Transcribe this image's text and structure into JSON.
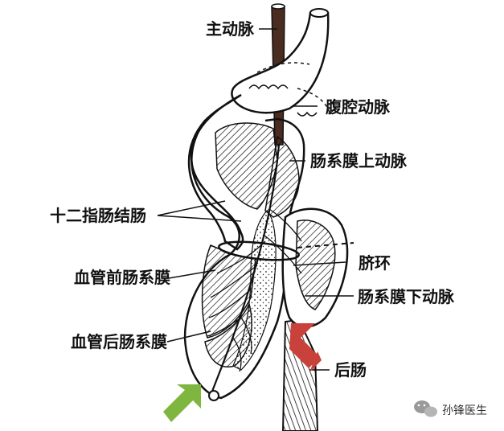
{
  "labels": {
    "aorta": "主动脉",
    "celiac_artery": "腹腔动脉",
    "superior_mesenteric_artery": "肠系膜上动脉",
    "duodenocolic": "十二指肠结肠",
    "umbilical_ring": "脐环",
    "prevascular_mesentery": "血管前肠系膜",
    "inferior_mesenteric_artery": "肠系膜下动脉",
    "postvascular_mesentery": "血管后肠系膜",
    "hindgut": "后肠"
  },
  "watermark": {
    "text": "孙锋医生"
  },
  "colors": {
    "ink": "#111111",
    "aorta_fill": "#4a2c20",
    "red_arrow": "#c8413a",
    "green_arrow": "#7fb640",
    "watermark_icon": "#9a9a9a"
  },
  "icons": {
    "red_arrow": "arrow-pointing-up-left",
    "green_arrow": "arrow-pointing-up-right",
    "watermark": "wechat-bubble-icon"
  }
}
